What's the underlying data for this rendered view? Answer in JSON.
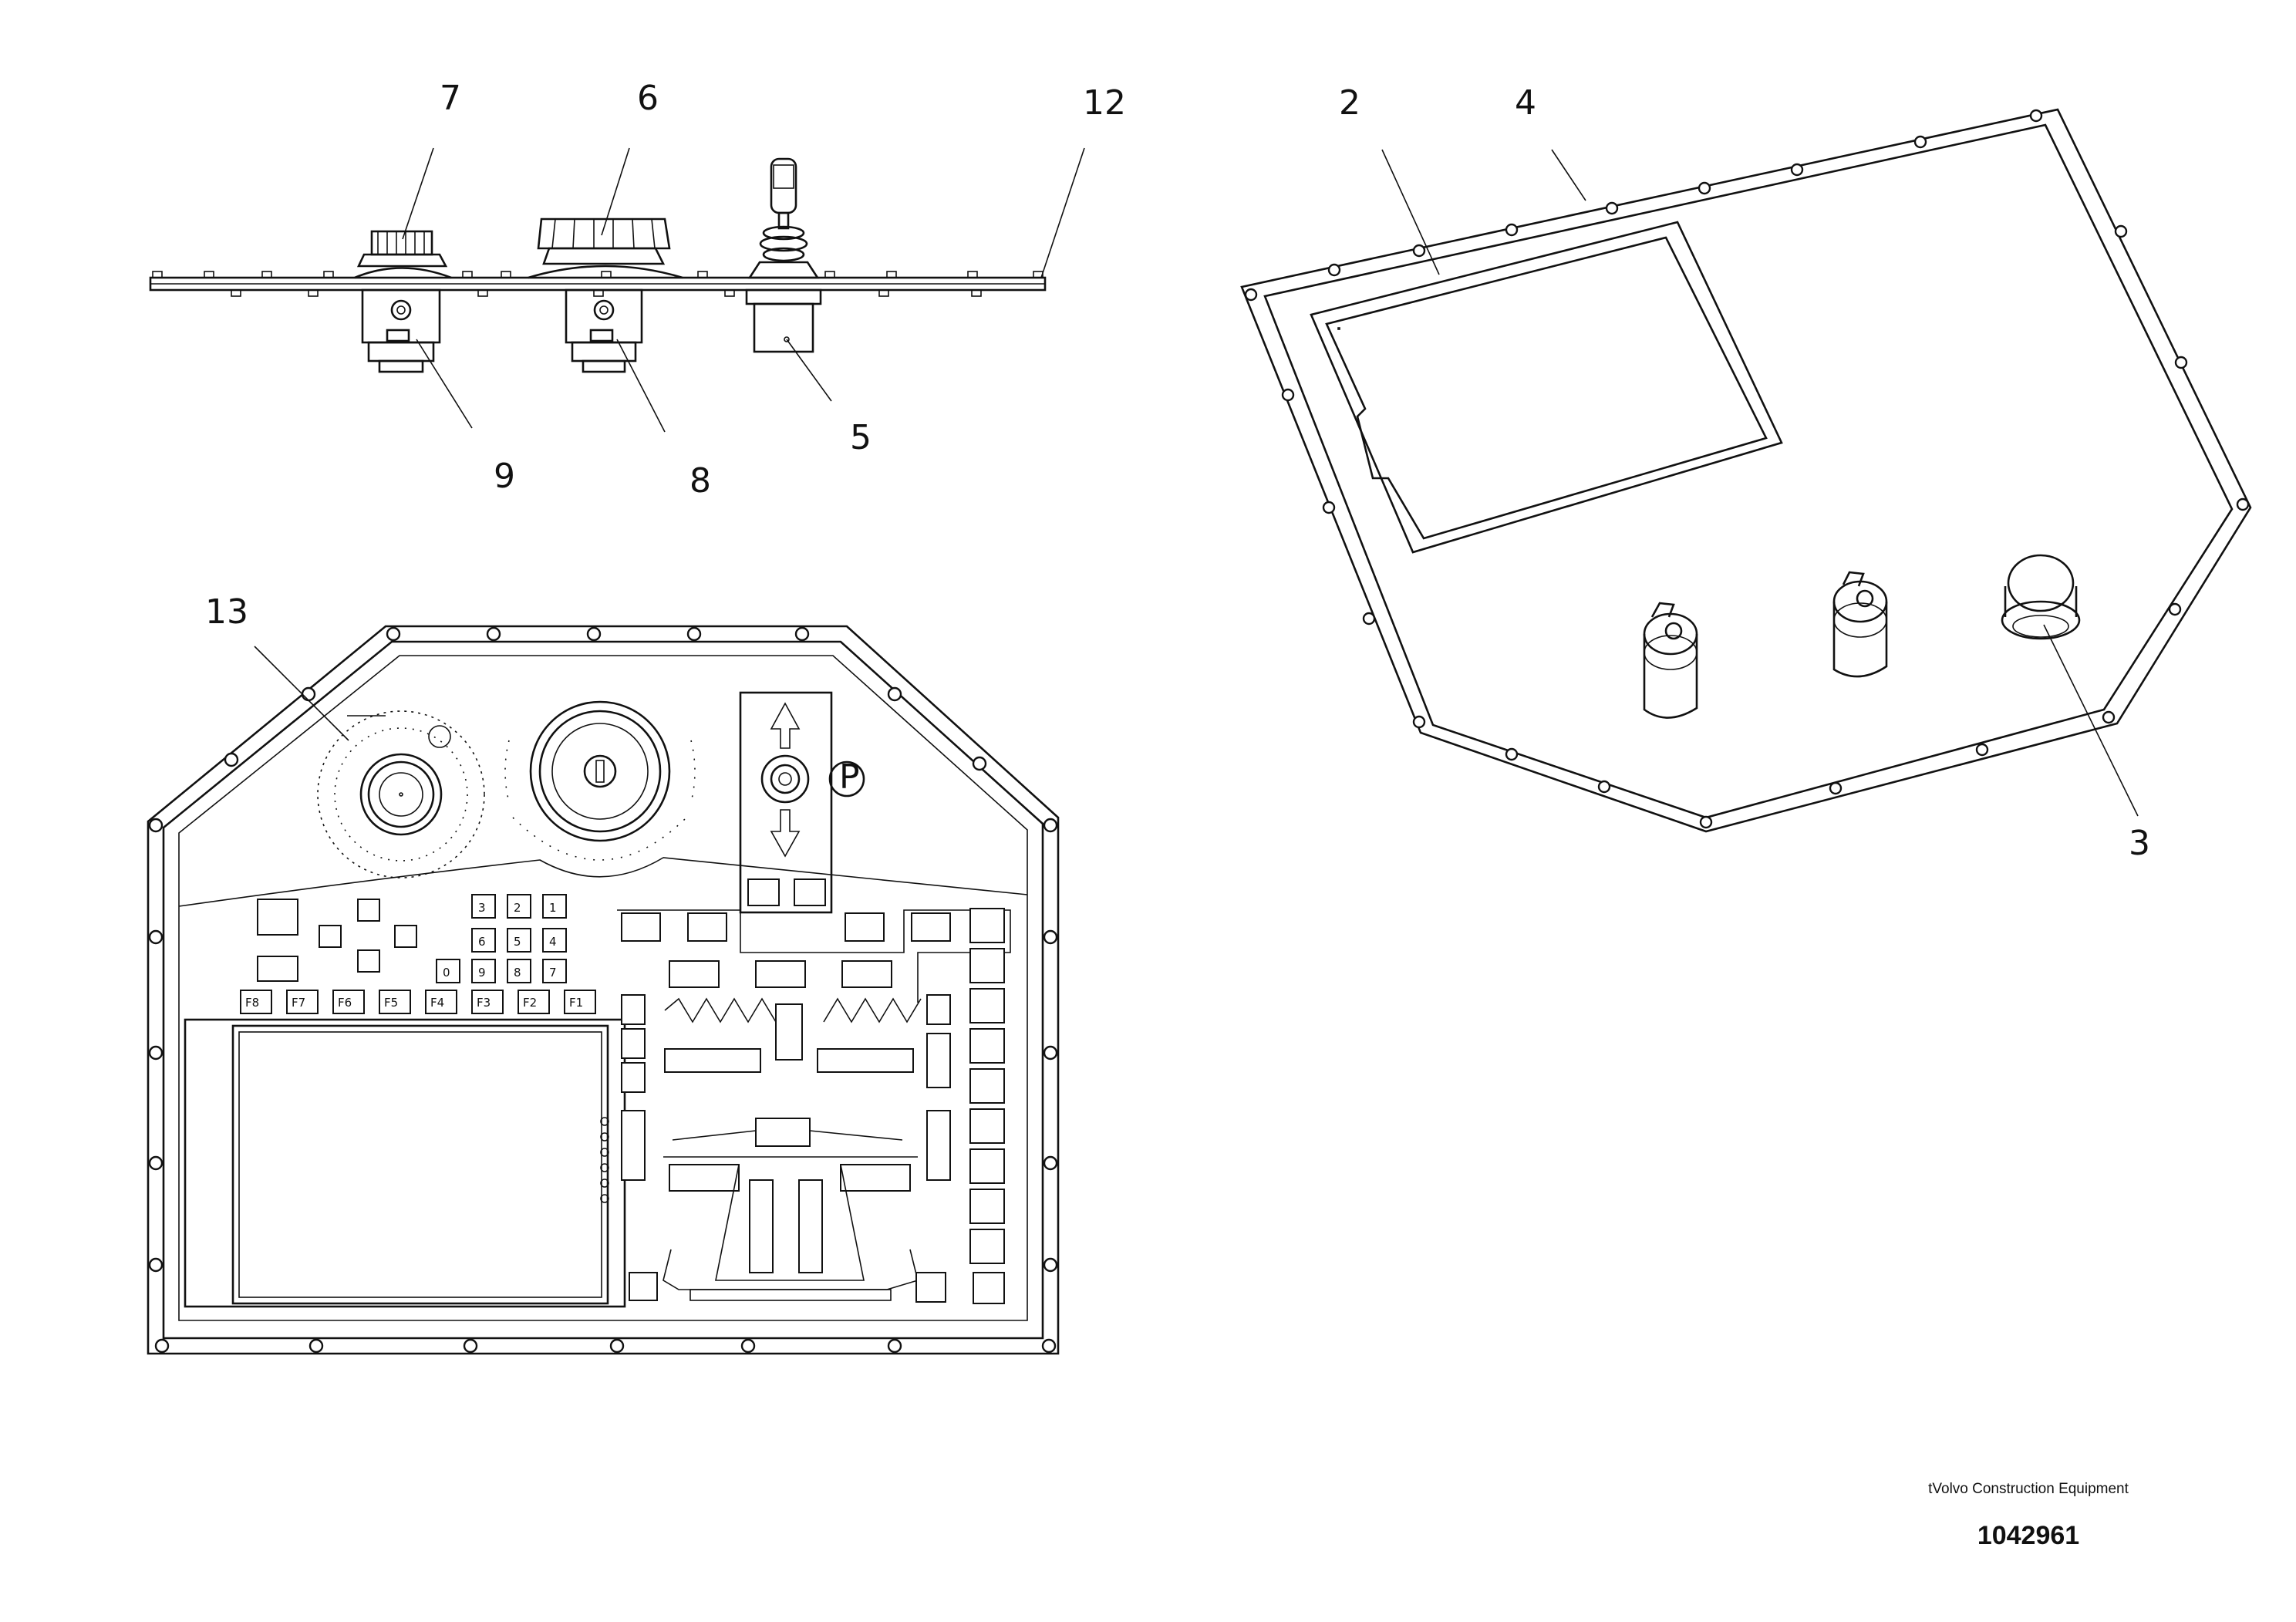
{
  "callouts": {
    "c7": "7",
    "c6": "6",
    "c12": "12",
    "c9": "9",
    "c8": "8",
    "c5": "5",
    "c2": "2",
    "c4": "4",
    "c3": "3",
    "c13": "13"
  },
  "function_keys": [
    "F8",
    "F7",
    "F6",
    "F5",
    "F4",
    "F3",
    "F2",
    "F1"
  ],
  "keypad_keys": [
    "1",
    "2",
    "3",
    "4",
    "5",
    "6",
    "7",
    "8",
    "9",
    "0"
  ],
  "joystick_label": "P",
  "footer": {
    "company": "tVolvo Construction Equipment",
    "number": "1042961"
  }
}
